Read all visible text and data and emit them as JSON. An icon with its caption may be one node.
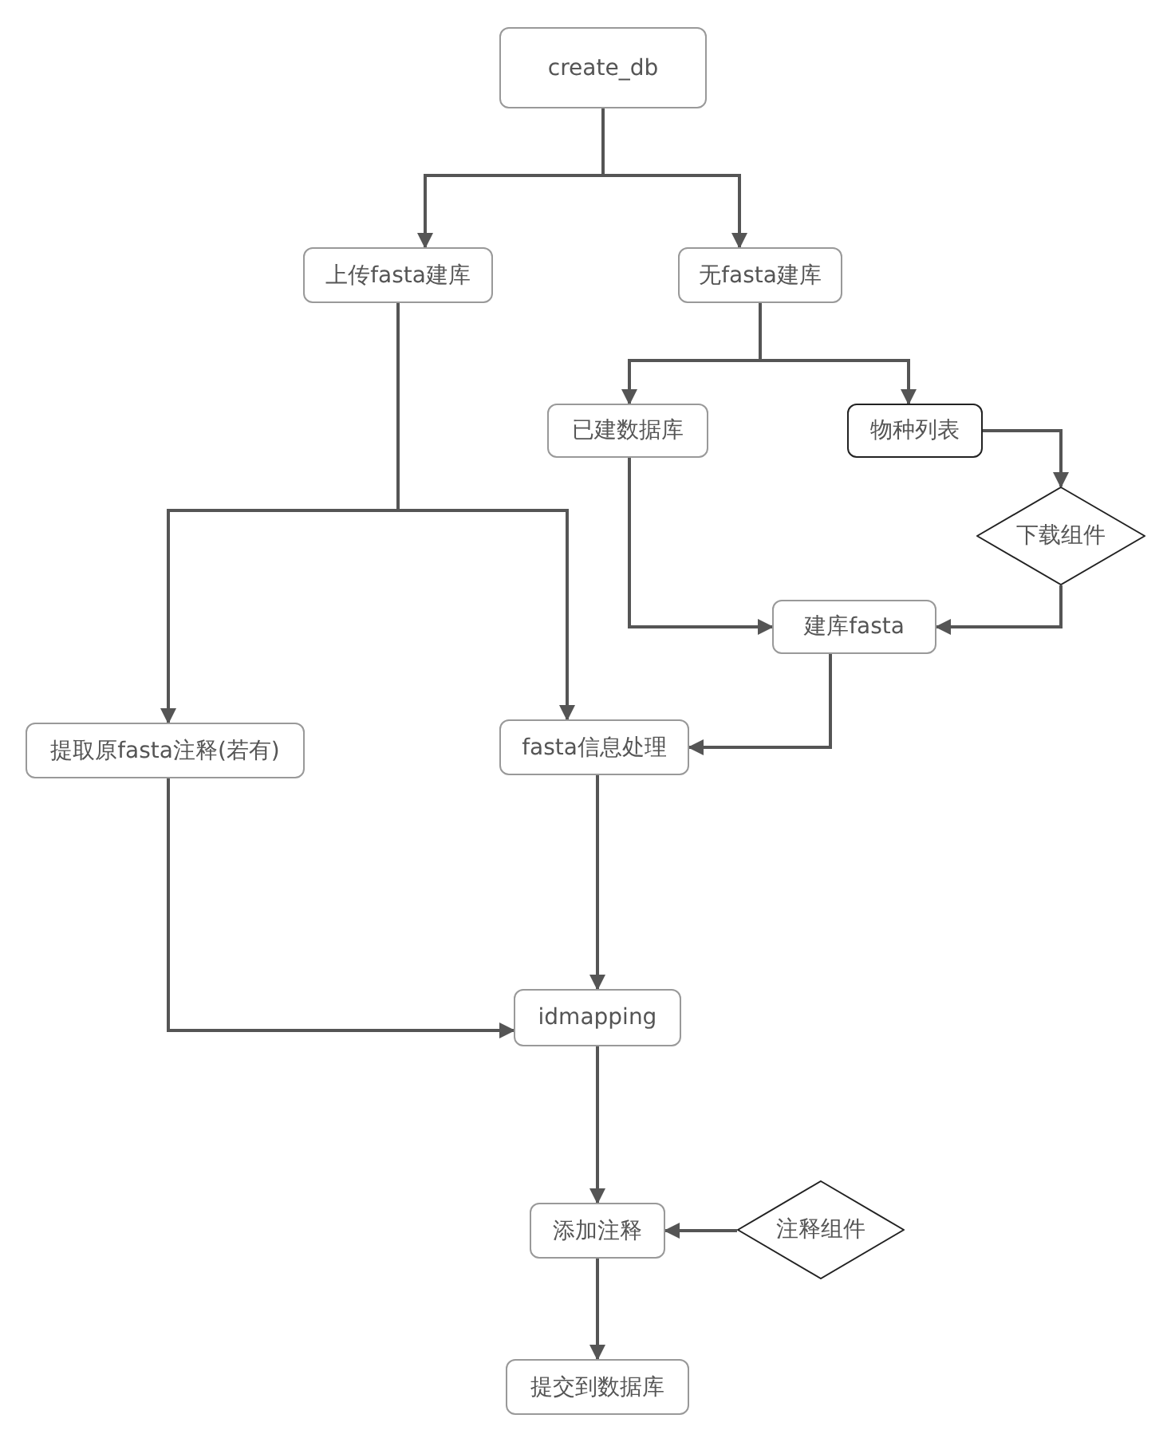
{
  "diagram": {
    "nodes": [
      {
        "text": [
          "create_db"
        ]
      },
      {
        "text": [
          "上传fasta建库"
        ]
      },
      {
        "text": [
          "无fasta建库"
        ]
      },
      {
        "text": [
          "已建数据库"
        ]
      },
      {
        "text": [
          "物种列表"
        ]
      },
      {
        "text": [
          "下载组件"
        ]
      },
      {
        "text": [
          "建库fasta"
        ]
      },
      {
        "text": [
          "提取原fasta注释(若有)"
        ]
      },
      {
        "text": [
          "fasta信息处理"
        ]
      },
      {
        "text": [
          "idmapping"
        ]
      },
      {
        "text": [
          "添加注释"
        ]
      },
      {
        "text": [
          "注释组件"
        ]
      },
      {
        "text": [
          "提交到数据库"
        ]
      }
    ],
    "edges": [
      {
        "from": 0,
        "to": 1,
        "arrow": "to"
      },
      {
        "from": 0,
        "to": 2,
        "arrow": "to"
      },
      {
        "from": 2,
        "to": 3,
        "arrow": "to"
      },
      {
        "from": 2,
        "to": 4,
        "arrow": "to"
      },
      {
        "from": 4,
        "to": 5,
        "arrow": "to"
      },
      {
        "from": 3,
        "to": 6,
        "arrow": "to"
      },
      {
        "from": 5,
        "to": 6,
        "arrow": "to"
      },
      {
        "from": 1,
        "to": 7,
        "arrow": "to"
      },
      {
        "from": 1,
        "to": 8,
        "arrow": "to"
      },
      {
        "from": 6,
        "to": 8,
        "arrow": "to"
      },
      {
        "from": 7,
        "to": 9,
        "arrow": "to"
      },
      {
        "from": 8,
        "to": 9,
        "arrow": "to"
      },
      {
        "from": 9,
        "to": 10,
        "arrow": "to"
      },
      {
        "from": 11,
        "to": 10,
        "arrow": "to"
      },
      {
        "from": 10,
        "to": 12,
        "arrow": "to"
      }
    ]
  }
}
